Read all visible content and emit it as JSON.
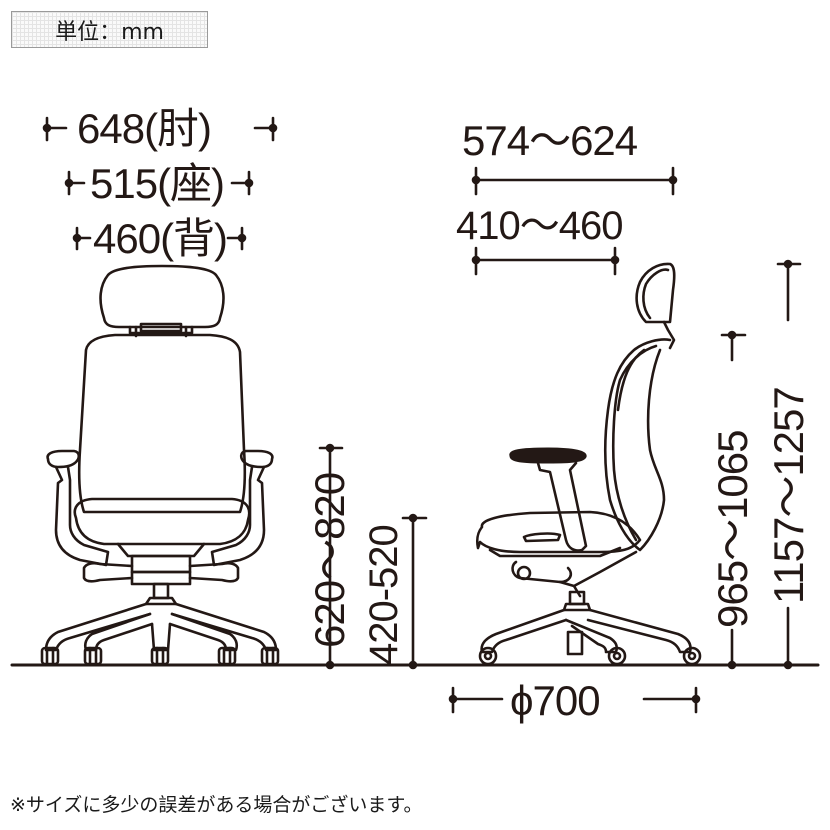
{
  "unit_label": "単位：mm",
  "front_view": {
    "width_armrest": "648(肘)",
    "width_seat": "515(座)",
    "width_back": "460(背)",
    "armrest_height": "620～820",
    "seat_height": "420-520"
  },
  "side_view": {
    "depth_overall": "574～624",
    "depth_seat": "410～460",
    "back_height": "965～1065",
    "overall_height": "1157～1257",
    "base_diameter": "ϕ700"
  },
  "footnote": "※サイズに多少の誤差がある場合がございます。",
  "colors": {
    "line": "#231815",
    "background": "#ffffff"
  }
}
